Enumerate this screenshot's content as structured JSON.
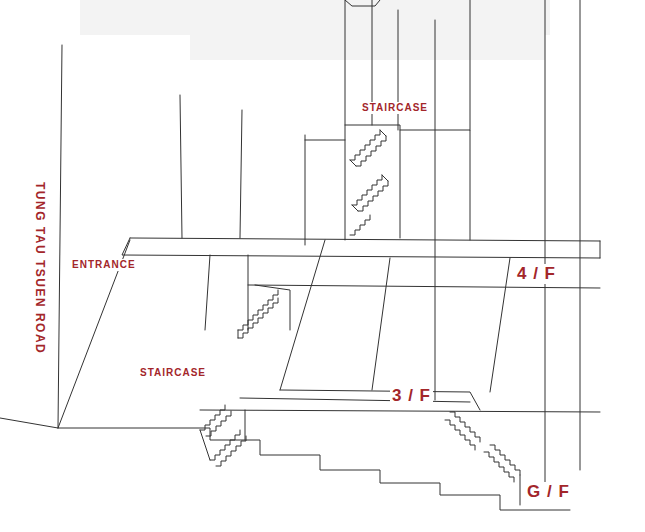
{
  "diagram": {
    "labels": [
      "TUNG TAU TSUEN ROAD",
      "STAIRCASE",
      "ENTRANCE",
      "4 / F",
      "STAIRCASE",
      "3 / F",
      "G / F"
    ]
  }
}
